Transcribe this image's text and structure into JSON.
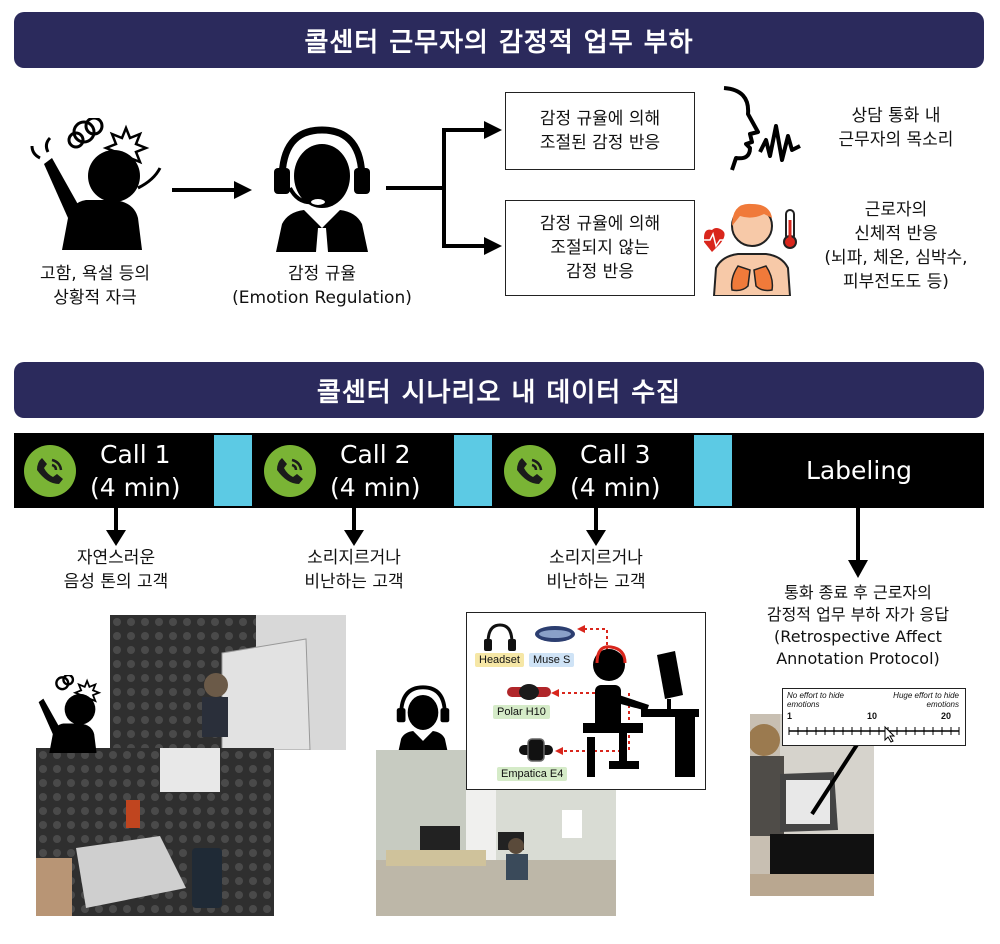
{
  "section1": {
    "title": "콜센터 근무자의 감정적 업무 부하"
  },
  "stimulus": {
    "line1": "고함, 욕설 등의",
    "line2": "상황적 자극"
  },
  "regulation": {
    "line1": "감정 규율",
    "line2": "(Emotion Regulation)"
  },
  "regulated_box": {
    "line1": "감정 규율에 의해",
    "line2": "조절된 감정 반응"
  },
  "unregulated_box": {
    "line1": "감정 규율에 의해",
    "line2": "조절되지 않는",
    "line3": "감정 반응"
  },
  "voice": {
    "line1": "상담 통화 내",
    "line2": "근무자의 목소리"
  },
  "body_response": {
    "line1": "근로자의",
    "line2": "신체적 반응",
    "line3": "(뇌파, 체온, 심박수,",
    "line4": "피부전도도 등)"
  },
  "section2": {
    "title": "콜센터 시나리오 내 데이터 수집"
  },
  "timeline": {
    "calls": [
      {
        "name": "Call 1",
        "duration": "(4 min)"
      },
      {
        "name": "Call 2",
        "duration": "(4 min)"
      },
      {
        "name": "Call 3",
        "duration": "(4 min)"
      }
    ],
    "labeling": "Labeling"
  },
  "customers": [
    {
      "line1": "자연스러운",
      "line2": "음성 톤의 고객"
    },
    {
      "line1": "소리지르거나",
      "line2": "비난하는 고객"
    },
    {
      "line1": "소리지르거나",
      "line2": "비난하는 고객"
    }
  ],
  "labeling_desc": {
    "line1": "통화 종료 후 근로자의",
    "line2": "감정적 업무 부하 자가 응답",
    "line3": "(Retrospective Affect",
    "line4": "Annotation Protocol)"
  },
  "devices": {
    "headset": "Headset",
    "muse": "Muse S",
    "polar": "Polar H10",
    "empatica": "Empatica E4"
  },
  "scale": {
    "left_label": "No effort to hide emotions",
    "right_label": "Huge effort to hide emotions",
    "min": "1",
    "mid": "10",
    "max": "20"
  },
  "colors": {
    "banner": "#2b2a5c",
    "timeline_bg": "#000000",
    "gap": "#5ccae4",
    "phone": "#7ab435",
    "device_arrow": "#d9261c",
    "body_icon": "#f07a3a"
  }
}
